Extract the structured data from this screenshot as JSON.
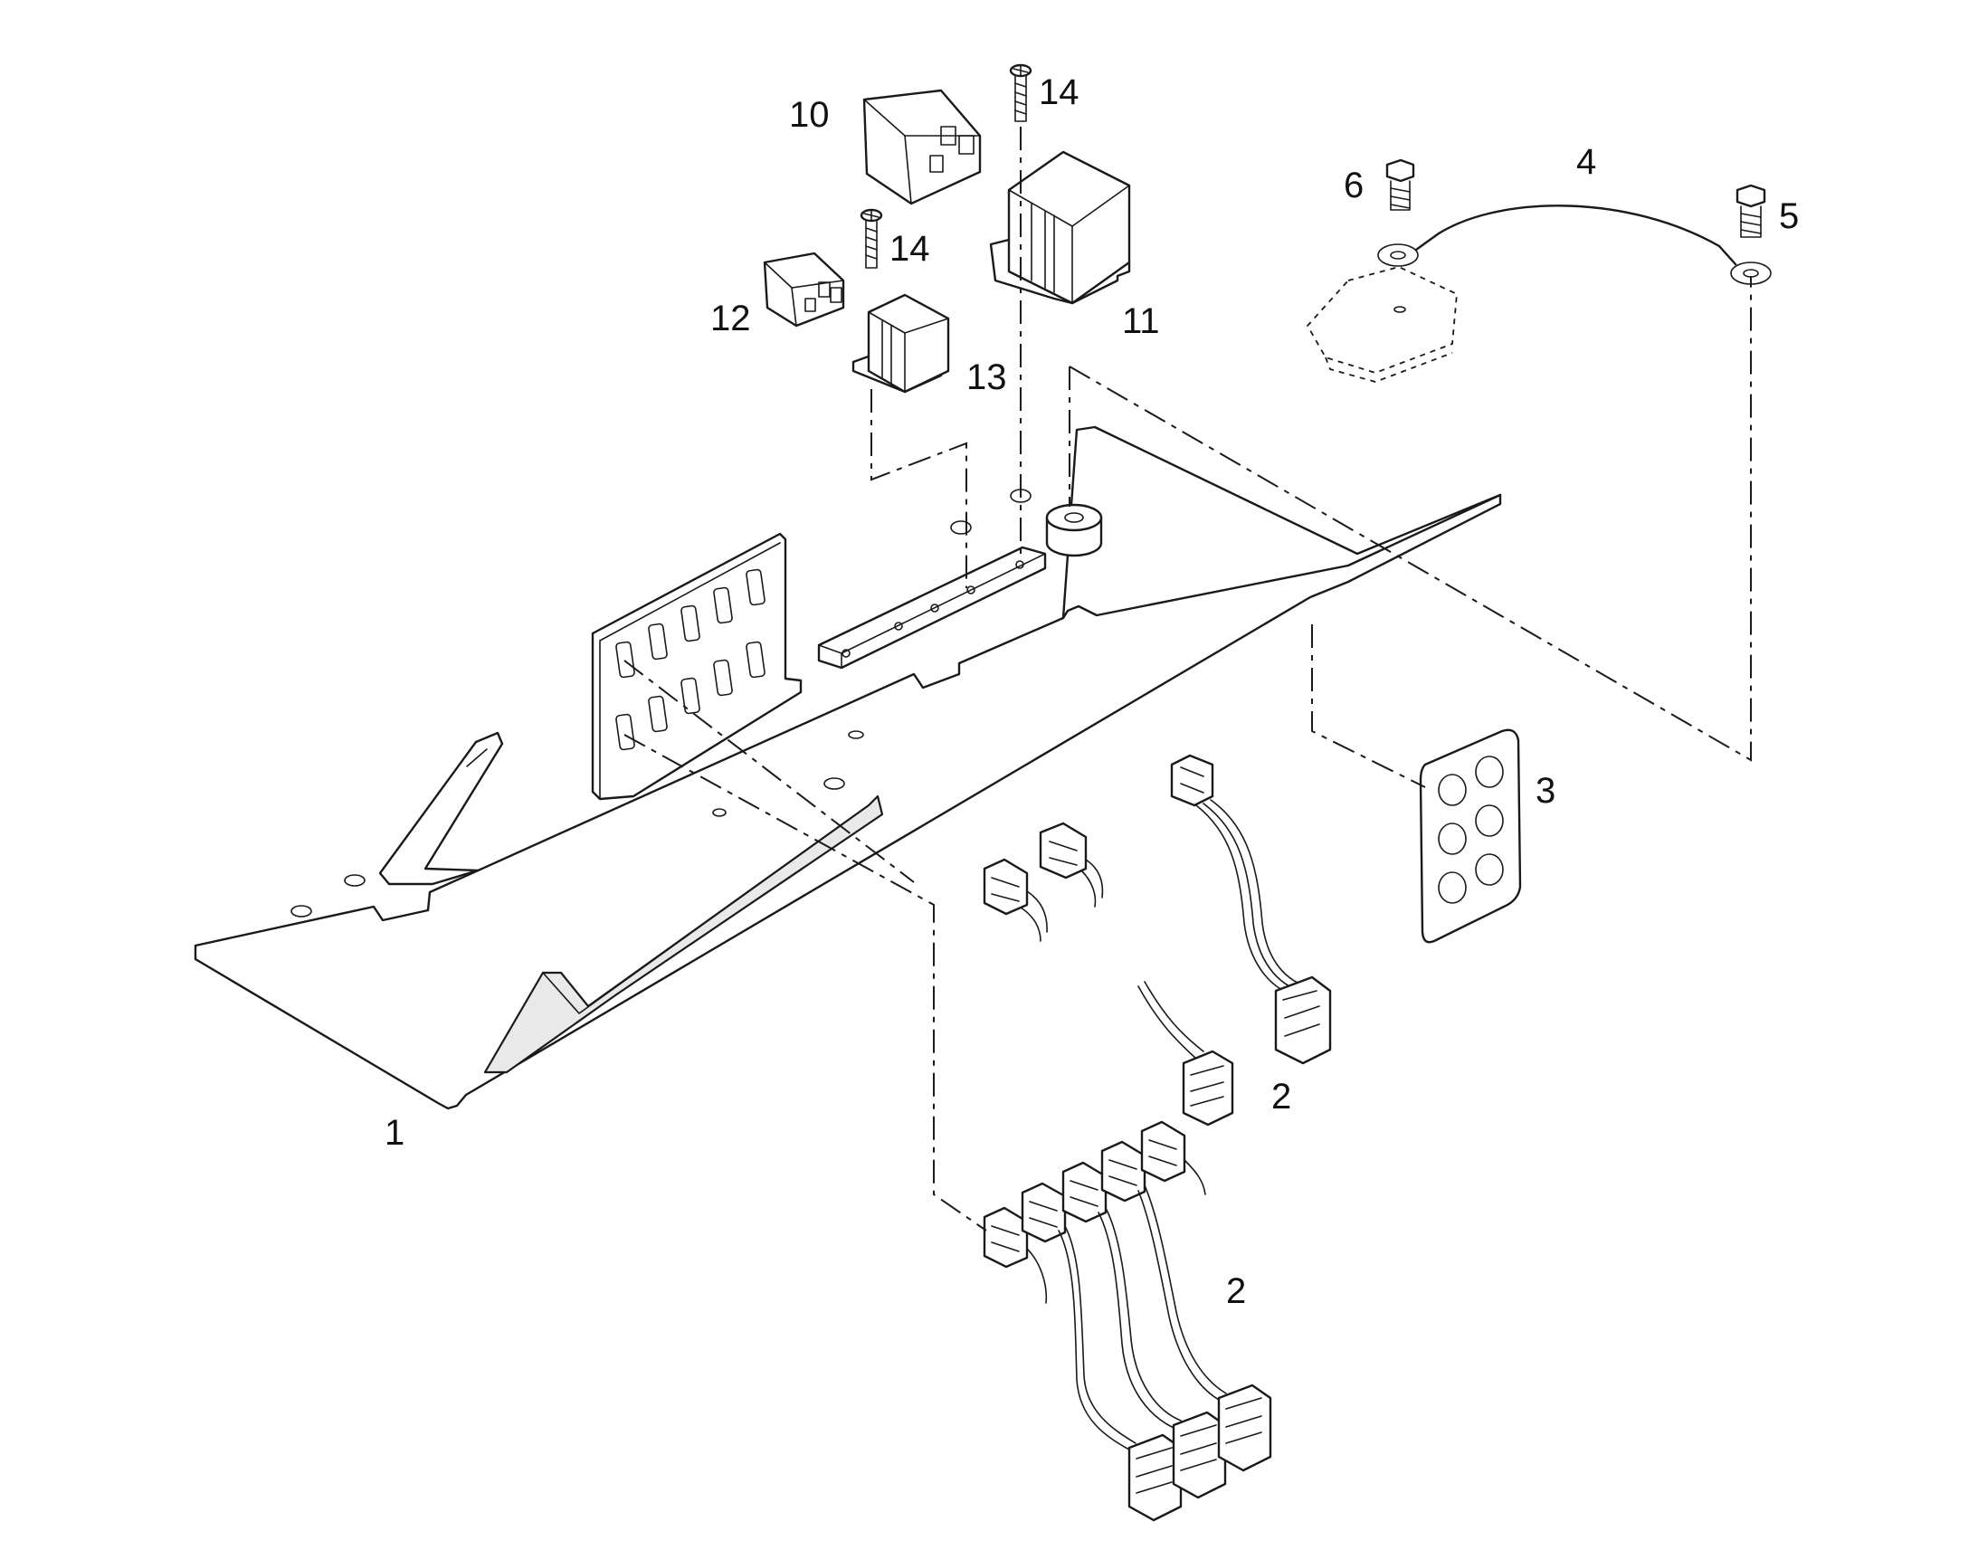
{
  "callouts": {
    "c1": "1",
    "c2a": "2",
    "c2b": "2",
    "c3": "3",
    "c4": "4",
    "c5": "5",
    "c6": "6",
    "c10": "10",
    "c11": "11",
    "c12": "12",
    "c13": "13",
    "c14a": "14",
    "c14b": "14"
  }
}
